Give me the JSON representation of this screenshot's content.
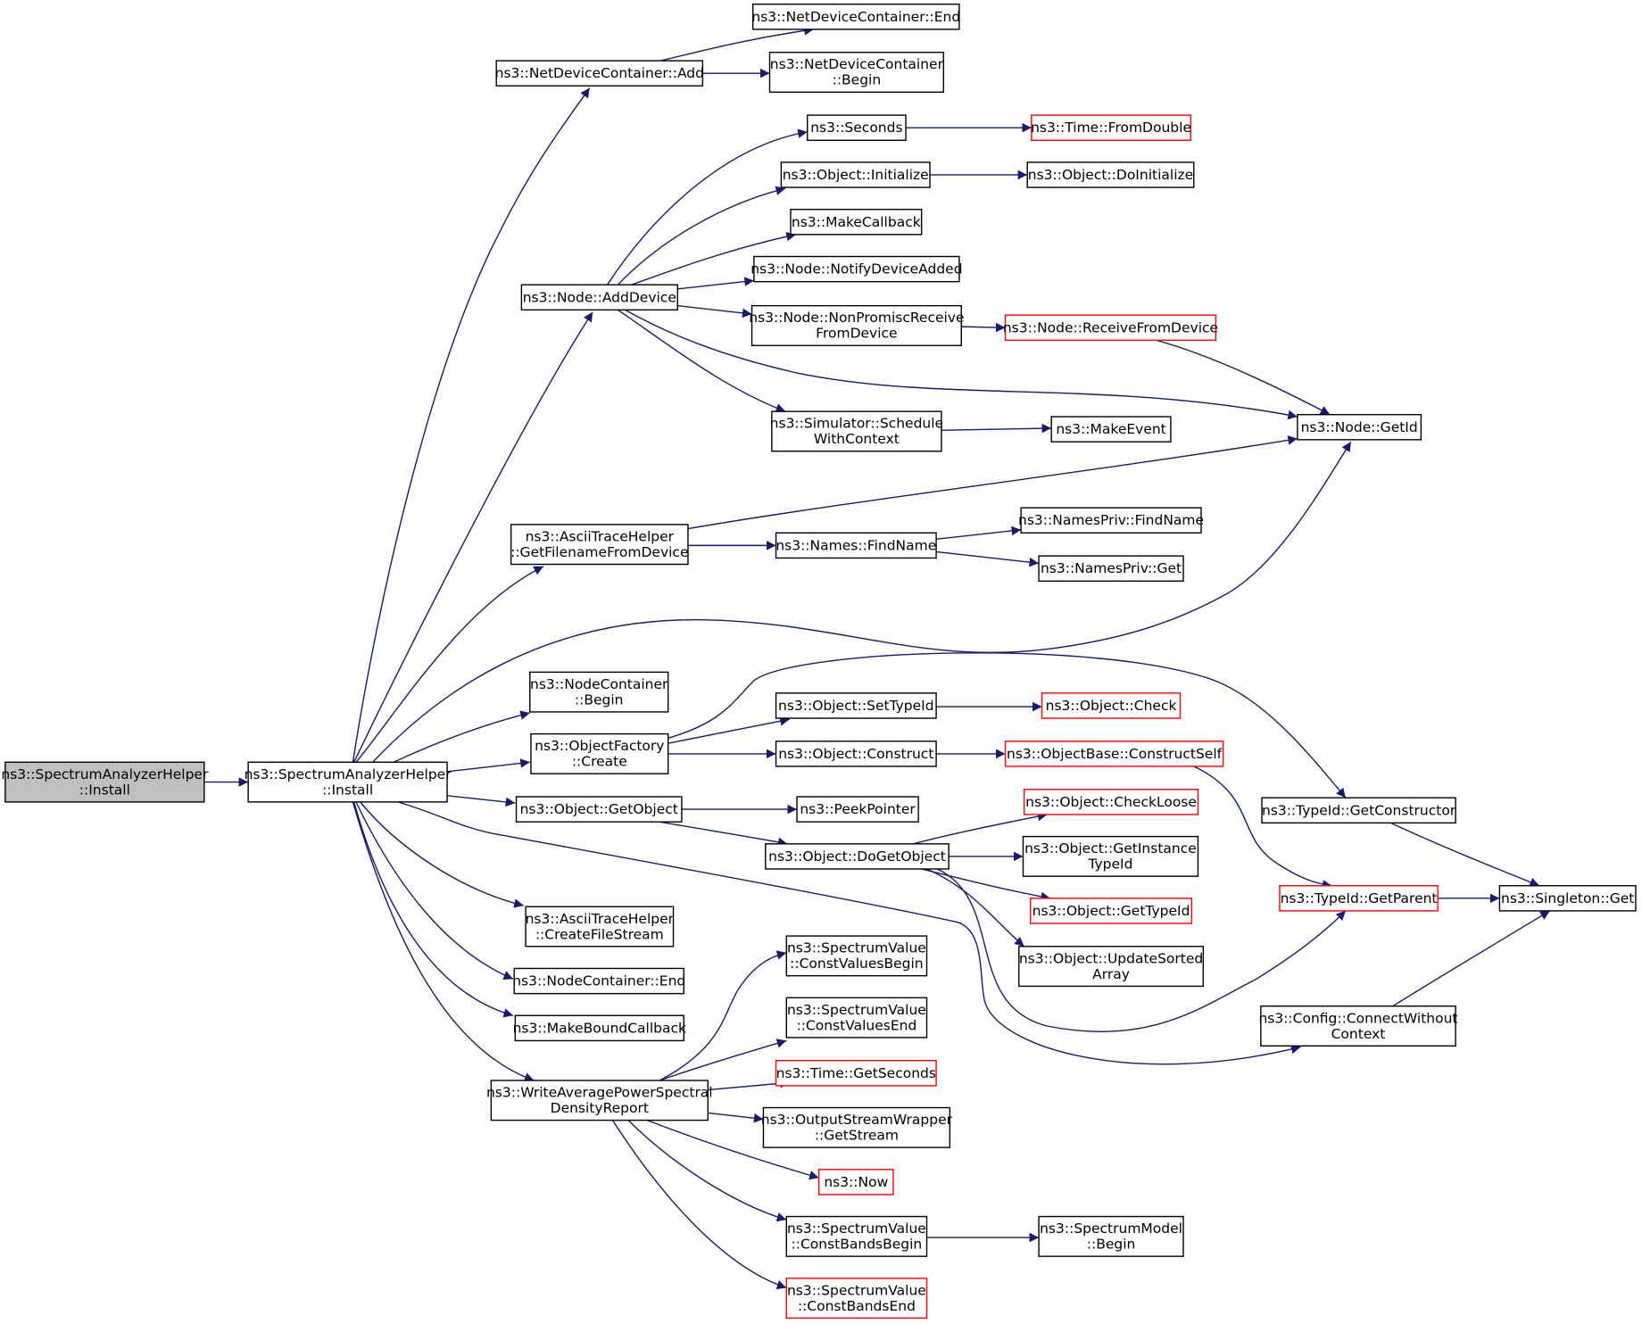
{
  "colors": {
    "edge": "#191970",
    "box_border": "#000000",
    "box_border_incomplete": "#ff0000",
    "root_fill": "#bfbfbf",
    "background": "#ffffff"
  },
  "nodes": [
    {
      "id": "root",
      "lines": [
        "ns3::SpectrumAnalyzerHelper",
        "::Install"
      ],
      "style": "root"
    },
    {
      "id": "install2",
      "lines": [
        "ns3::SpectrumAnalyzerHelper",
        "::Install"
      ],
      "style": "normal"
    },
    {
      "id": "ndc_add",
      "lines": [
        "ns3::NetDeviceContainer::Add"
      ],
      "style": "normal"
    },
    {
      "id": "ndc_end",
      "lines": [
        "ns3::NetDeviceContainer::End"
      ],
      "style": "normal"
    },
    {
      "id": "ndc_begin",
      "lines": [
        "ns3::NetDeviceContainer",
        "::Begin"
      ],
      "style": "normal"
    },
    {
      "id": "seconds",
      "lines": [
        "ns3::Seconds"
      ],
      "style": "normal"
    },
    {
      "id": "fromdouble",
      "lines": [
        "ns3::Time::FromDouble"
      ],
      "style": "red"
    },
    {
      "id": "obj_init",
      "lines": [
        "ns3::Object::Initialize"
      ],
      "style": "normal"
    },
    {
      "id": "obj_doinit",
      "lines": [
        "ns3::Object::DoInitialize"
      ],
      "style": "normal"
    },
    {
      "id": "makecallback",
      "lines": [
        "ns3::MakeCallback"
      ],
      "style": "normal"
    },
    {
      "id": "node_adddevice",
      "lines": [
        "ns3::Node::AddDevice"
      ],
      "style": "normal"
    },
    {
      "id": "node_notify",
      "lines": [
        "ns3::Node::NotifyDeviceAdded"
      ],
      "style": "normal"
    },
    {
      "id": "node_nonpromisc",
      "lines": [
        "ns3::Node::NonPromiscReceive",
        "FromDevice"
      ],
      "style": "normal"
    },
    {
      "id": "node_recv",
      "lines": [
        "ns3::Node::ReceiveFromDevice"
      ],
      "style": "red"
    },
    {
      "id": "sim_sched",
      "lines": [
        "ns3::Simulator::Schedule",
        "WithContext"
      ],
      "style": "normal"
    },
    {
      "id": "makeevent",
      "lines": [
        "ns3::MakeEvent"
      ],
      "style": "normal"
    },
    {
      "id": "node_getid",
      "lines": [
        "ns3::Node::GetId"
      ],
      "style": "normal"
    },
    {
      "id": "ascii_getfn",
      "lines": [
        "ns3::AsciiTraceHelper",
        "::GetFilenameFromDevice"
      ],
      "style": "normal"
    },
    {
      "id": "names_find",
      "lines": [
        "ns3::Names::FindName"
      ],
      "style": "normal"
    },
    {
      "id": "namespriv_find",
      "lines": [
        "ns3::NamesPriv::FindName"
      ],
      "style": "normal"
    },
    {
      "id": "namespriv_get",
      "lines": [
        "ns3::NamesPriv::Get"
      ],
      "style": "normal"
    },
    {
      "id": "nc_begin",
      "lines": [
        "ns3::NodeContainer",
        "::Begin"
      ],
      "style": "normal"
    },
    {
      "id": "objfactory",
      "lines": [
        "ns3::ObjectFactory",
        "::Create"
      ],
      "style": "normal"
    },
    {
      "id": "obj_settypeid",
      "lines": [
        "ns3::Object::SetTypeId"
      ],
      "style": "normal"
    },
    {
      "id": "obj_check",
      "lines": [
        "ns3::Object::Check"
      ],
      "style": "red"
    },
    {
      "id": "obj_construct",
      "lines": [
        "ns3::Object::Construct"
      ],
      "style": "normal"
    },
    {
      "id": "objbase_cs",
      "lines": [
        "ns3::ObjectBase::ConstructSelf"
      ],
      "style": "red"
    },
    {
      "id": "obj_getobject",
      "lines": [
        "ns3::Object::GetObject"
      ],
      "style": "normal"
    },
    {
      "id": "peekpointer",
      "lines": [
        "ns3::PeekPointer"
      ],
      "style": "normal"
    },
    {
      "id": "obj_dogetobject",
      "lines": [
        "ns3::Object::DoGetObject"
      ],
      "style": "normal"
    },
    {
      "id": "obj_checkloose",
      "lines": [
        "ns3::Object::CheckLoose"
      ],
      "style": "red"
    },
    {
      "id": "obj_getinst",
      "lines": [
        "ns3::Object::GetInstance",
        "TypeId"
      ],
      "style": "normal"
    },
    {
      "id": "obj_gettypeid",
      "lines": [
        "ns3::Object::GetTypeId"
      ],
      "style": "red"
    },
    {
      "id": "obj_updsorted",
      "lines": [
        "ns3::Object::UpdateSorted",
        "Array"
      ],
      "style": "normal"
    },
    {
      "id": "typeid_getctor",
      "lines": [
        "ns3::TypeId::GetConstructor"
      ],
      "style": "normal"
    },
    {
      "id": "typeid_getparent",
      "lines": [
        "ns3::TypeId::GetParent"
      ],
      "style": "red"
    },
    {
      "id": "singleton_get",
      "lines": [
        "ns3::Singleton::Get"
      ],
      "style": "normal"
    },
    {
      "id": "config_connect",
      "lines": [
        "ns3::Config::ConnectWithout",
        "Context"
      ],
      "style": "normal"
    },
    {
      "id": "ascii_createfs",
      "lines": [
        "ns3::AsciiTraceHelper",
        "::CreateFileStream"
      ],
      "style": "normal"
    },
    {
      "id": "nc_end",
      "lines": [
        "ns3::NodeContainer::End"
      ],
      "style": "normal"
    },
    {
      "id": "makeboundcb",
      "lines": [
        "ns3::MakeBoundCallback"
      ],
      "style": "normal"
    },
    {
      "id": "writeavg",
      "lines": [
        "ns3::WriteAveragePowerSpectral",
        "DensityReport"
      ],
      "style": "normal"
    },
    {
      "id": "sv_cvbegin",
      "lines": [
        "ns3::SpectrumValue",
        "::ConstValuesBegin"
      ],
      "style": "normal"
    },
    {
      "id": "sv_cvend",
      "lines": [
        "ns3::SpectrumValue",
        "::ConstValuesEnd"
      ],
      "style": "normal"
    },
    {
      "id": "time_getsec",
      "lines": [
        "ns3::Time::GetSeconds"
      ],
      "style": "red"
    },
    {
      "id": "osw_getstream",
      "lines": [
        "ns3::OutputStreamWrapper",
        "::GetStream"
      ],
      "style": "normal"
    },
    {
      "id": "now",
      "lines": [
        "ns3::Now"
      ],
      "style": "red"
    },
    {
      "id": "sv_cbbegin",
      "lines": [
        "ns3::SpectrumValue",
        "::ConstBandsBegin"
      ],
      "style": "normal"
    },
    {
      "id": "sm_begin",
      "lines": [
        "ns3::SpectrumModel",
        "::Begin"
      ],
      "style": "normal"
    },
    {
      "id": "sv_cbend",
      "lines": [
        "ns3::SpectrumValue",
        "::ConstBandsEnd"
      ],
      "style": "red"
    }
  ],
  "edges": [
    {
      "from": "root",
      "to": "install2"
    },
    {
      "from": "install2",
      "to": "ndc_add"
    },
    {
      "from": "install2",
      "to": "node_adddevice"
    },
    {
      "from": "install2",
      "to": "ascii_getfn"
    },
    {
      "from": "install2",
      "to": "node_getid"
    },
    {
      "from": "install2",
      "to": "nc_begin"
    },
    {
      "from": "install2",
      "to": "objfactory"
    },
    {
      "from": "install2",
      "to": "obj_getobject"
    },
    {
      "from": "install2",
      "to": "config_connect"
    },
    {
      "from": "install2",
      "to": "ascii_createfs"
    },
    {
      "from": "install2",
      "to": "nc_end"
    },
    {
      "from": "install2",
      "to": "makeboundcb"
    },
    {
      "from": "install2",
      "to": "writeavg"
    },
    {
      "from": "ndc_add",
      "to": "ndc_end"
    },
    {
      "from": "ndc_add",
      "to": "ndc_begin"
    },
    {
      "from": "node_adddevice",
      "to": "seconds"
    },
    {
      "from": "node_adddevice",
      "to": "obj_init"
    },
    {
      "from": "node_adddevice",
      "to": "makecallback"
    },
    {
      "from": "node_adddevice",
      "to": "node_notify"
    },
    {
      "from": "node_adddevice",
      "to": "node_nonpromisc"
    },
    {
      "from": "node_adddevice",
      "to": "node_getid"
    },
    {
      "from": "node_adddevice",
      "to": "sim_sched"
    },
    {
      "from": "seconds",
      "to": "fromdouble"
    },
    {
      "from": "obj_init",
      "to": "obj_doinit"
    },
    {
      "from": "node_nonpromisc",
      "to": "node_recv"
    },
    {
      "from": "node_recv",
      "to": "node_getid"
    },
    {
      "from": "sim_sched",
      "to": "makeevent"
    },
    {
      "from": "ascii_getfn",
      "to": "node_getid"
    },
    {
      "from": "ascii_getfn",
      "to": "names_find"
    },
    {
      "from": "names_find",
      "to": "namespriv_find"
    },
    {
      "from": "names_find",
      "to": "namespriv_get"
    },
    {
      "from": "objfactory",
      "to": "typeid_getctor"
    },
    {
      "from": "objfactory",
      "to": "obj_settypeid"
    },
    {
      "from": "objfactory",
      "to": "obj_construct"
    },
    {
      "from": "obj_settypeid",
      "to": "obj_check"
    },
    {
      "from": "obj_construct",
      "to": "objbase_cs"
    },
    {
      "from": "objbase_cs",
      "to": "typeid_getparent"
    },
    {
      "from": "obj_getobject",
      "to": "peekpointer"
    },
    {
      "from": "obj_getobject",
      "to": "obj_dogetobject"
    },
    {
      "from": "obj_dogetobject",
      "to": "obj_checkloose"
    },
    {
      "from": "obj_dogetobject",
      "to": "obj_getinst"
    },
    {
      "from": "obj_dogetobject",
      "to": "obj_gettypeid"
    },
    {
      "from": "obj_dogetobject",
      "to": "obj_updsorted"
    },
    {
      "from": "obj_dogetobject",
      "to": "typeid_getparent"
    },
    {
      "from": "typeid_getctor",
      "to": "singleton_get"
    },
    {
      "from": "typeid_getparent",
      "to": "singleton_get"
    },
    {
      "from": "config_connect",
      "to": "singleton_get"
    },
    {
      "from": "writeavg",
      "to": "sv_cvbegin"
    },
    {
      "from": "writeavg",
      "to": "sv_cvend"
    },
    {
      "from": "writeavg",
      "to": "time_getsec"
    },
    {
      "from": "writeavg",
      "to": "osw_getstream"
    },
    {
      "from": "writeavg",
      "to": "now"
    },
    {
      "from": "writeavg",
      "to": "sv_cbbegin"
    },
    {
      "from": "writeavg",
      "to": "sv_cbend"
    },
    {
      "from": "sv_cbbegin",
      "to": "sm_begin"
    }
  ]
}
